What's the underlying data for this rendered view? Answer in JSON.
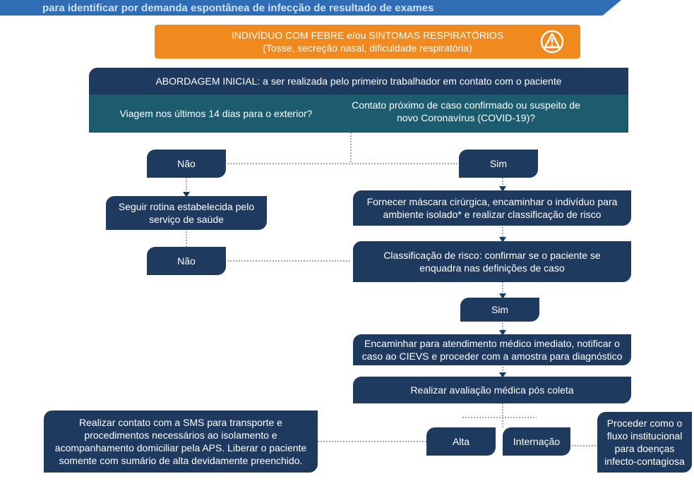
{
  "banner": {
    "text": "para identificar por demanda espontânea de infecção de resultado de exames"
  },
  "header": {
    "line1": "INDIVÍDUO COM FEBRE e/ou SINTOMAS RESPIRATÓRIOS",
    "line2": "(Tosse, secreção nasal, dificuldade respiratória)",
    "icon": "warning-triangle-icon"
  },
  "initial": {
    "title": "ABORDAGEM INICIAL: a ser realizada pelo primeiro trabalhador em contato com o paciente",
    "question1": "Viagem nos últimos 14 dias para o exterior?",
    "question2": "Contato próximo de caso confirmado ou suspeito de novo Coronavírus (COVID-19)?"
  },
  "nodes": {
    "nao1": "Não",
    "sim1": "Sim",
    "seguir": "Seguir rotina estabelecida pelo serviço de saúde",
    "fornecer": "Fornecer máscara cirúrgica, encaminhar o indivíduo para ambiente isolado* e realizar classificação de risco",
    "nao2": "Não",
    "classificacao": "Classificação de risco: confirmar se o paciente se enquadra nas definições de caso",
    "sim2": "Sim",
    "encaminhar": "Encaminhar para atendimento médico imediato, notificar o caso ao CIEVS e proceder com a amostra para diagnóstico",
    "avaliacao": "Realizar avaliação médica pós coleta",
    "alta": "Alta",
    "internacao": "Internação",
    "contato_sms": "Realizar contato com a SMS para transporte e procedimentos necessários ao isolamento e acompanhamento domiciliar pela APS. Liberar o paciente somente com sumário de alta devidamente preenchido.",
    "proceder": "Proceder como o fluxo institucional para doenças infecto-contagiosa"
  },
  "colors": {
    "navy": "#1f3a5f",
    "teal": "#1d5c6e",
    "orange": "#f08a1e",
    "banner": "#2f6db5"
  }
}
